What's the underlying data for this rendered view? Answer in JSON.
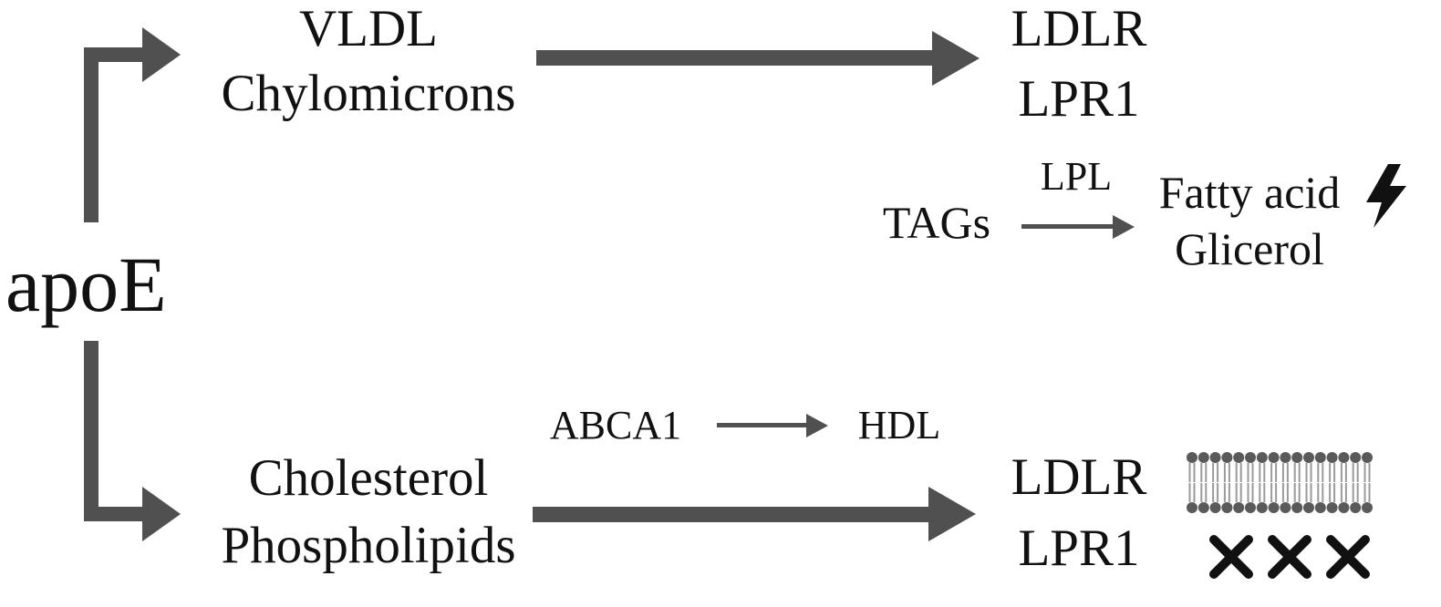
{
  "source": {
    "label": "apoE"
  },
  "upper_branch": {
    "lines": [
      "VLDL",
      "Chylomicrons"
    ],
    "receptors": [
      "LDLR",
      "LPR1"
    ]
  },
  "tag_reaction": {
    "substrate": "TAGs",
    "enzyme": "LPL",
    "products": [
      "Fatty acid",
      "Glicerol"
    ],
    "product_icon": "lightning-bolt-icon"
  },
  "lower_branch": {
    "lines": [
      "Cholesterol",
      "Phospholipids"
    ],
    "receptors": [
      "LDLR",
      "LPR1"
    ],
    "membrane_icon": "lipid-bilayer-icon",
    "block_icons": [
      "cross-icon",
      "cross-icon",
      "cross-icon"
    ]
  },
  "hdl_reaction": {
    "transporter": "ABCA1",
    "product": "HDL"
  },
  "colors": {
    "arrow": "#505050",
    "text": "#111111",
    "membrane_head": "#5a5a5a",
    "membrane_tail": "#9a9a9a"
  }
}
